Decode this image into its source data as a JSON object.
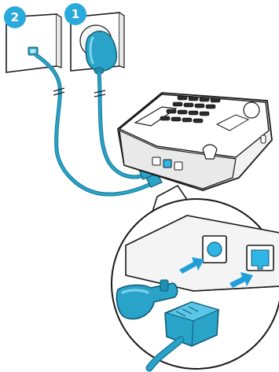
{
  "steps": {
    "step_1": {
      "number": "1"
    },
    "step_2": {
      "number": "2"
    }
  },
  "colors": {
    "step_badge": "#29a9dc",
    "cable": "#2aa3c8",
    "cable_dark": "#157a99",
    "socket_highlight": "#2fb5e6",
    "arrow": "#1f9fd6",
    "outline": "#1a1a1a",
    "wall_plate": "#ffffff"
  },
  "icons": {
    "phone_wall_socket": "phone-wall-socket-icon",
    "power_wall_socket": "power-wall-socket-icon",
    "power_adapter": "power-adapter-icon",
    "base_station": "phone-base-station",
    "power_plug": "power-plug-icon",
    "telephone_plug": "rj11-plug-icon"
  }
}
